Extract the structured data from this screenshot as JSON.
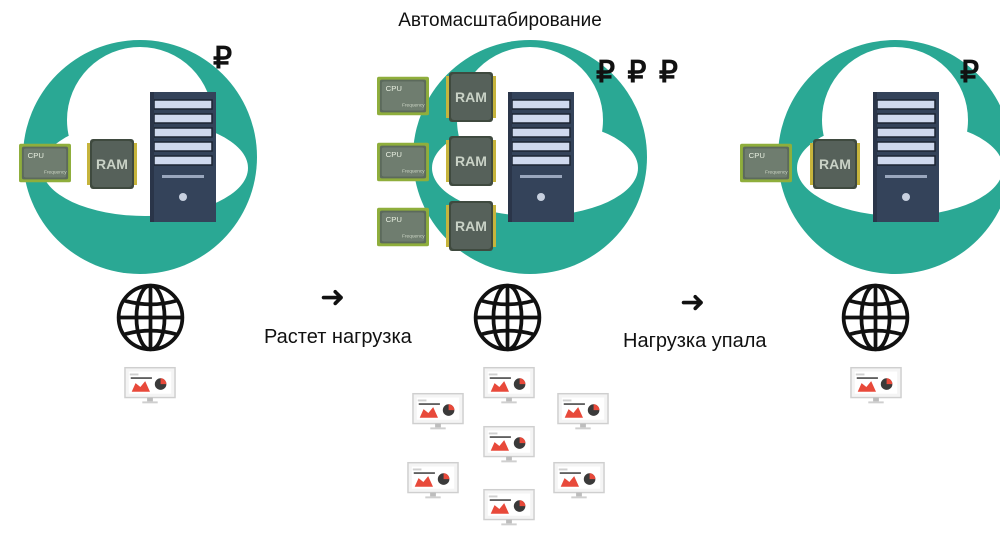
{
  "title": "Автомасштабирование",
  "currency_symbol": "₽",
  "stages": [
    {
      "rubles": "₽",
      "cpu_label": "CPU",
      "ram_label": "RAM"
    },
    {
      "rubles": "₽ ₽ ₽",
      "cpu_label": "CPU",
      "ram_label": "RAM"
    },
    {
      "rubles": "₽",
      "cpu_label": "CPU",
      "ram_label": "RAM"
    }
  ],
  "transitions": [
    {
      "label": "Растет нагрузка",
      "arrow": "➜"
    },
    {
      "label": "Нагрузка упала",
      "arrow": "➜"
    }
  ],
  "colors": {
    "accent": "#2aa894",
    "server": "#3b4a63",
    "chip": "#5b6b3c",
    "chart_red": "#e8493a"
  },
  "icons": [
    "globe-icon",
    "monitor-icon",
    "server-icon",
    "cpu-chip-icon",
    "ram-chip-icon",
    "arrow-right-icon",
    "ruble-icon"
  ]
}
